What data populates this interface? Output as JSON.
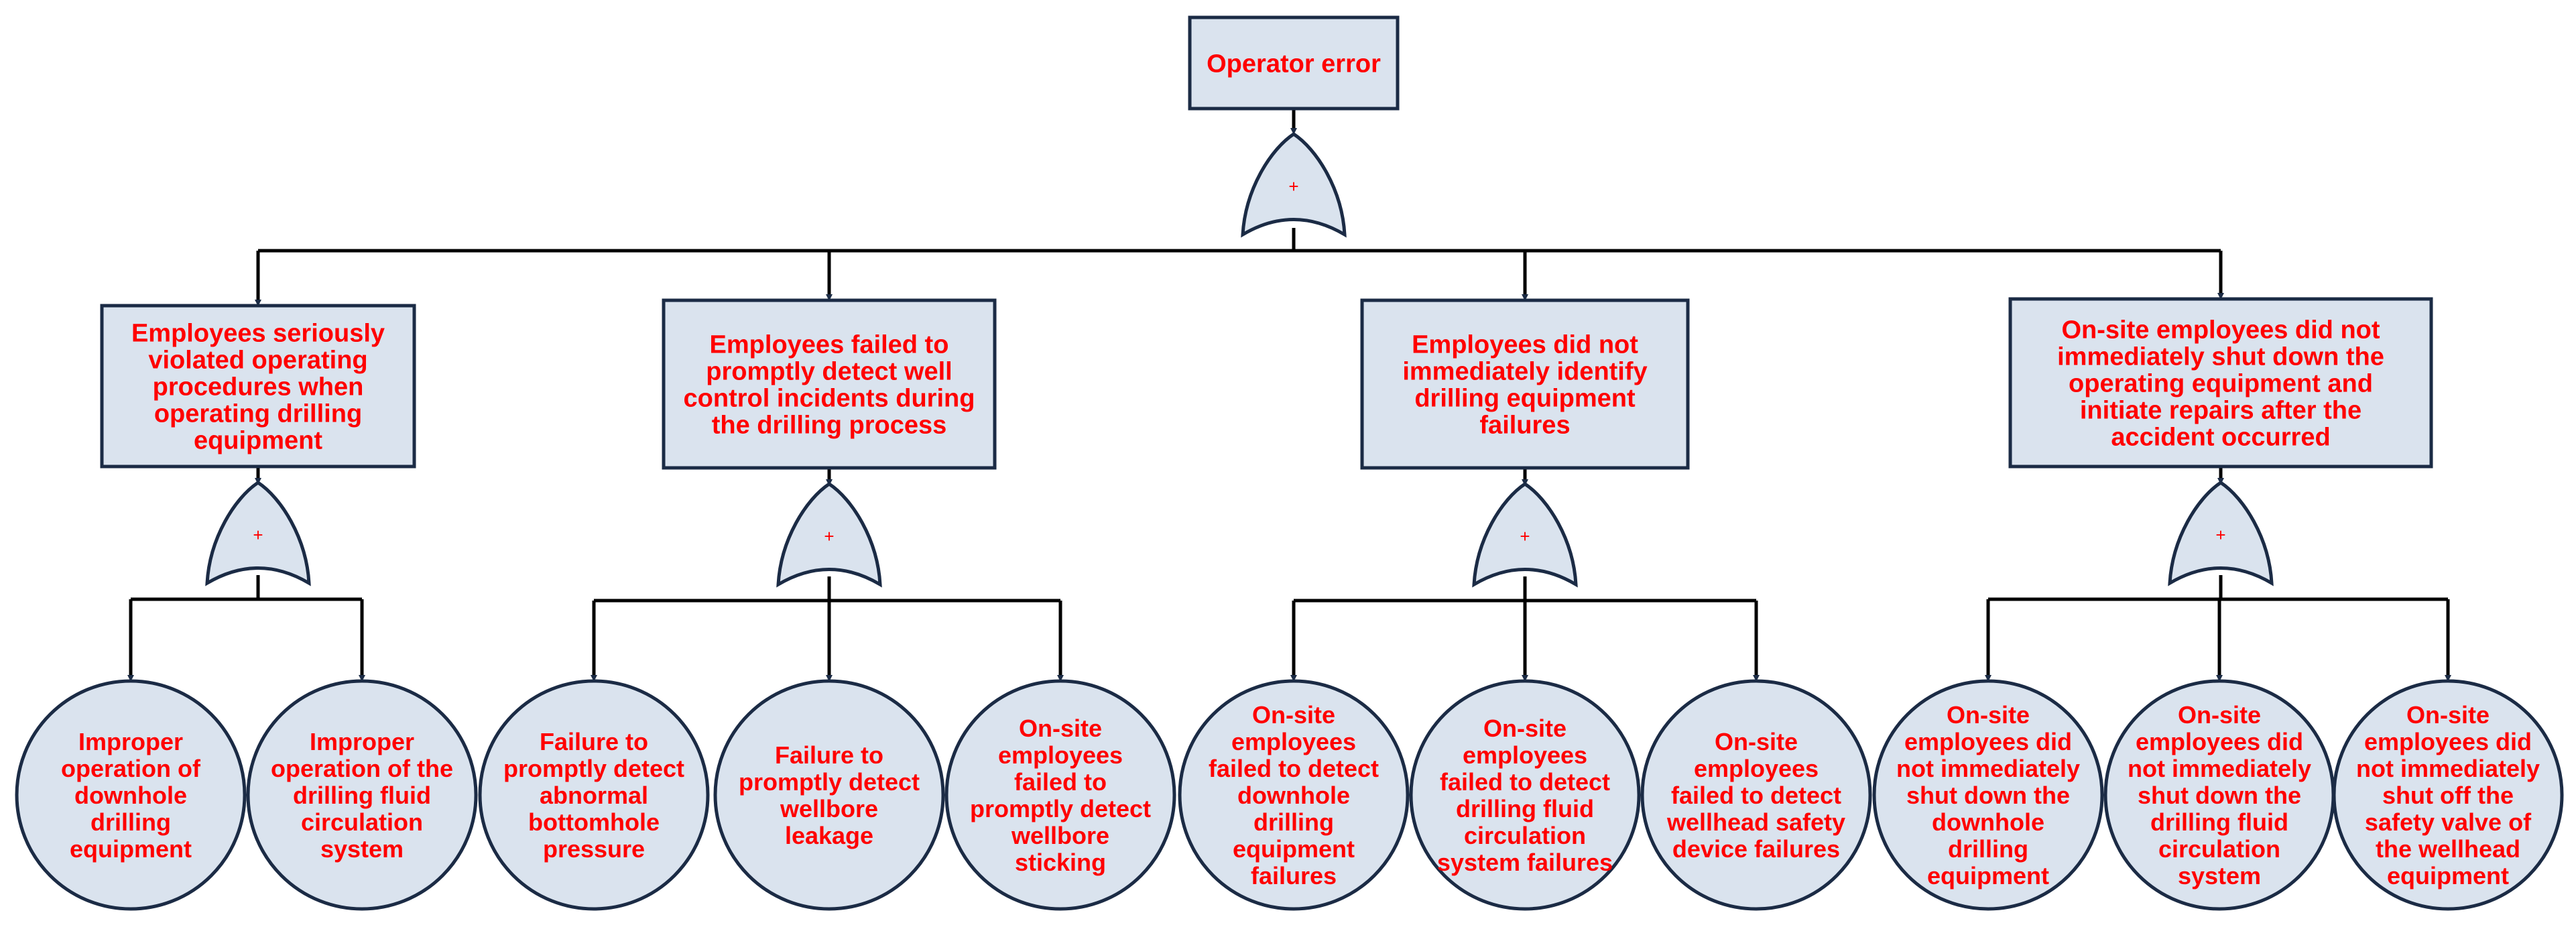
{
  "colors": {
    "fill": "#dae3ee",
    "stroke": "#1b2b45",
    "text": "#ff0000",
    "connector": "#000000"
  },
  "gate_symbol": "+",
  "top_event": {
    "label": [
      "Operator error"
    ]
  },
  "intermediate_events": [
    {
      "label": [
        "Employees seriously",
        "violated operating",
        "procedures when",
        "operating drilling",
        "equipment"
      ],
      "basic_events": [
        {
          "label": [
            "Improper",
            "operation of",
            "downhole",
            "drilling",
            "equipment"
          ]
        },
        {
          "label": [
            "Improper",
            "operation of the",
            "drilling fluid",
            "circulation",
            "system"
          ]
        }
      ]
    },
    {
      "label": [
        "Employees failed to",
        "promptly detect well",
        "control incidents during",
        "the drilling process"
      ],
      "basic_events": [
        {
          "label": [
            "Failure to",
            "promptly detect",
            "abnormal",
            "bottomhole",
            "pressure"
          ]
        },
        {
          "label": [
            "Failure to",
            "promptly detect",
            "wellbore",
            "leakage"
          ]
        },
        {
          "label": [
            "On-site",
            "employees",
            "failed to",
            "promptly detect",
            "wellbore",
            "sticking"
          ]
        }
      ]
    },
    {
      "label": [
        "Employees did not",
        "immediately identify",
        "drilling equipment",
        "failures"
      ],
      "basic_events": [
        {
          "label": [
            "On-site",
            "employees",
            "failed to detect",
            "downhole",
            "drilling",
            "equipment",
            "failures"
          ]
        },
        {
          "label": [
            "On-site",
            "employees",
            "failed to detect",
            "drilling fluid",
            "circulation",
            "system failures"
          ]
        },
        {
          "label": [
            "On-site",
            "employees",
            "failed to detect",
            "wellhead safety",
            "device failures"
          ]
        }
      ]
    },
    {
      "label": [
        "On-site employees did not",
        "immediately shut down the",
        "operating equipment and",
        "initiate repairs after the",
        "accident occurred"
      ],
      "basic_events": [
        {
          "label": [
            "On-site",
            "employees did",
            "not immediately",
            "shut down the",
            "downhole",
            "drilling",
            "equipment"
          ]
        },
        {
          "label": [
            "On-site",
            "employees did",
            "not immediately",
            "shut down the",
            "drilling fluid",
            "circulation",
            "system"
          ]
        },
        {
          "label": [
            "On-site",
            "employees did",
            "not immediately",
            "shut off the",
            "safety valve of",
            "the wellhead",
            "equipment"
          ]
        }
      ]
    }
  ]
}
